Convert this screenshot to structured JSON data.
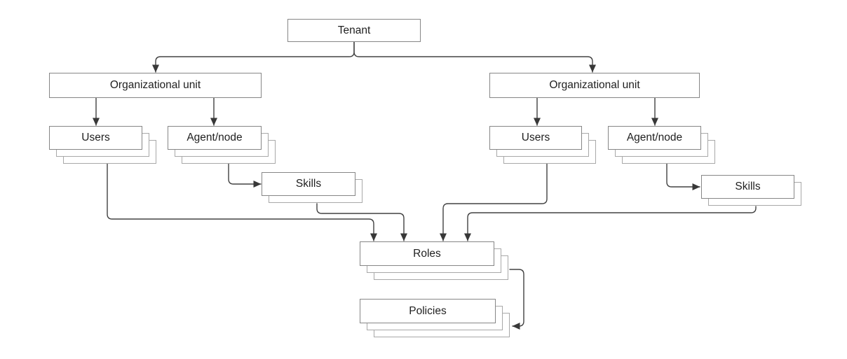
{
  "diagram": {
    "nodes": {
      "tenant": "Tenant",
      "ou_left": "Organizational unit",
      "users_left": "Users",
      "agent_left": "Agent/node",
      "skills_left": "Skills",
      "ou_right": "Organizational unit",
      "users_right": "Users",
      "agent_right": "Agent/node",
      "skills_right": "Skills",
      "roles": "Roles",
      "policies": "Policies"
    },
    "edges": [
      {
        "from": "Tenant",
        "to": "Organizational unit (left)"
      },
      {
        "from": "Tenant",
        "to": "Organizational unit (right)"
      },
      {
        "from": "Organizational unit (left)",
        "to": "Users (left)"
      },
      {
        "from": "Organizational unit (left)",
        "to": "Agent/node (left)"
      },
      {
        "from": "Agent/node (left)",
        "to": "Skills (left)"
      },
      {
        "from": "Organizational unit (right)",
        "to": "Users (right)"
      },
      {
        "from": "Organizational unit (right)",
        "to": "Agent/node (right)"
      },
      {
        "from": "Agent/node (right)",
        "to": "Skills (right)"
      },
      {
        "from": "Users (left)",
        "to": "Roles"
      },
      {
        "from": "Skills (left)",
        "to": "Roles"
      },
      {
        "from": "Users (right)",
        "to": "Roles"
      },
      {
        "from": "Skills (right)",
        "to": "Roles"
      },
      {
        "from": "Roles",
        "to": "Policies"
      }
    ],
    "colors": {
      "background": "#ffffff",
      "box_fill": "#ffffff",
      "box_border": "#868686",
      "stack_border": "#a8a8a8",
      "connector": "#424242",
      "arrowhead": "#383838",
      "text": "#1f1f1f"
    }
  }
}
